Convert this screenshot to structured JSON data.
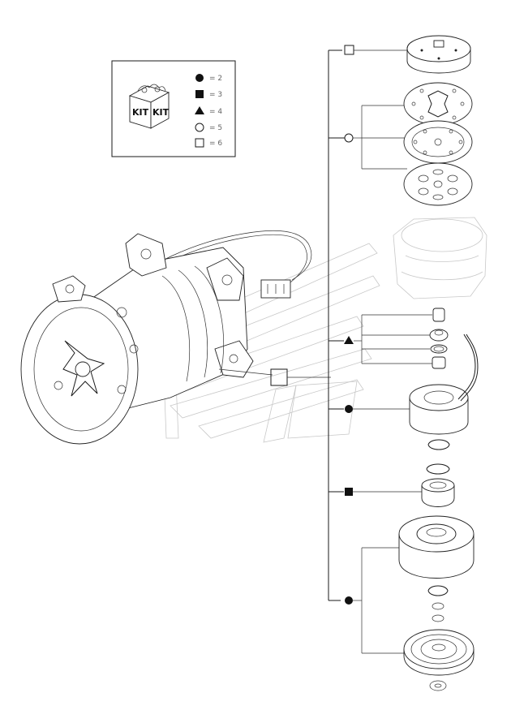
{
  "kit_box": {
    "label_left": "KIT",
    "label_right": "KIT"
  },
  "legend": [
    {
      "symbol": "filled-circle",
      "text": "= 2"
    },
    {
      "symbol": "filled-square",
      "text": "= 3"
    },
    {
      "symbol": "filled-triangle",
      "text": "= 4"
    },
    {
      "symbol": "open-circle",
      "text": "= 5"
    },
    {
      "symbol": "open-square",
      "text": "= 6"
    }
  ],
  "colors": {
    "line": "#1a1a1a",
    "ghost_watermark": "#c8c8c8",
    "legend_text": "#666666"
  }
}
